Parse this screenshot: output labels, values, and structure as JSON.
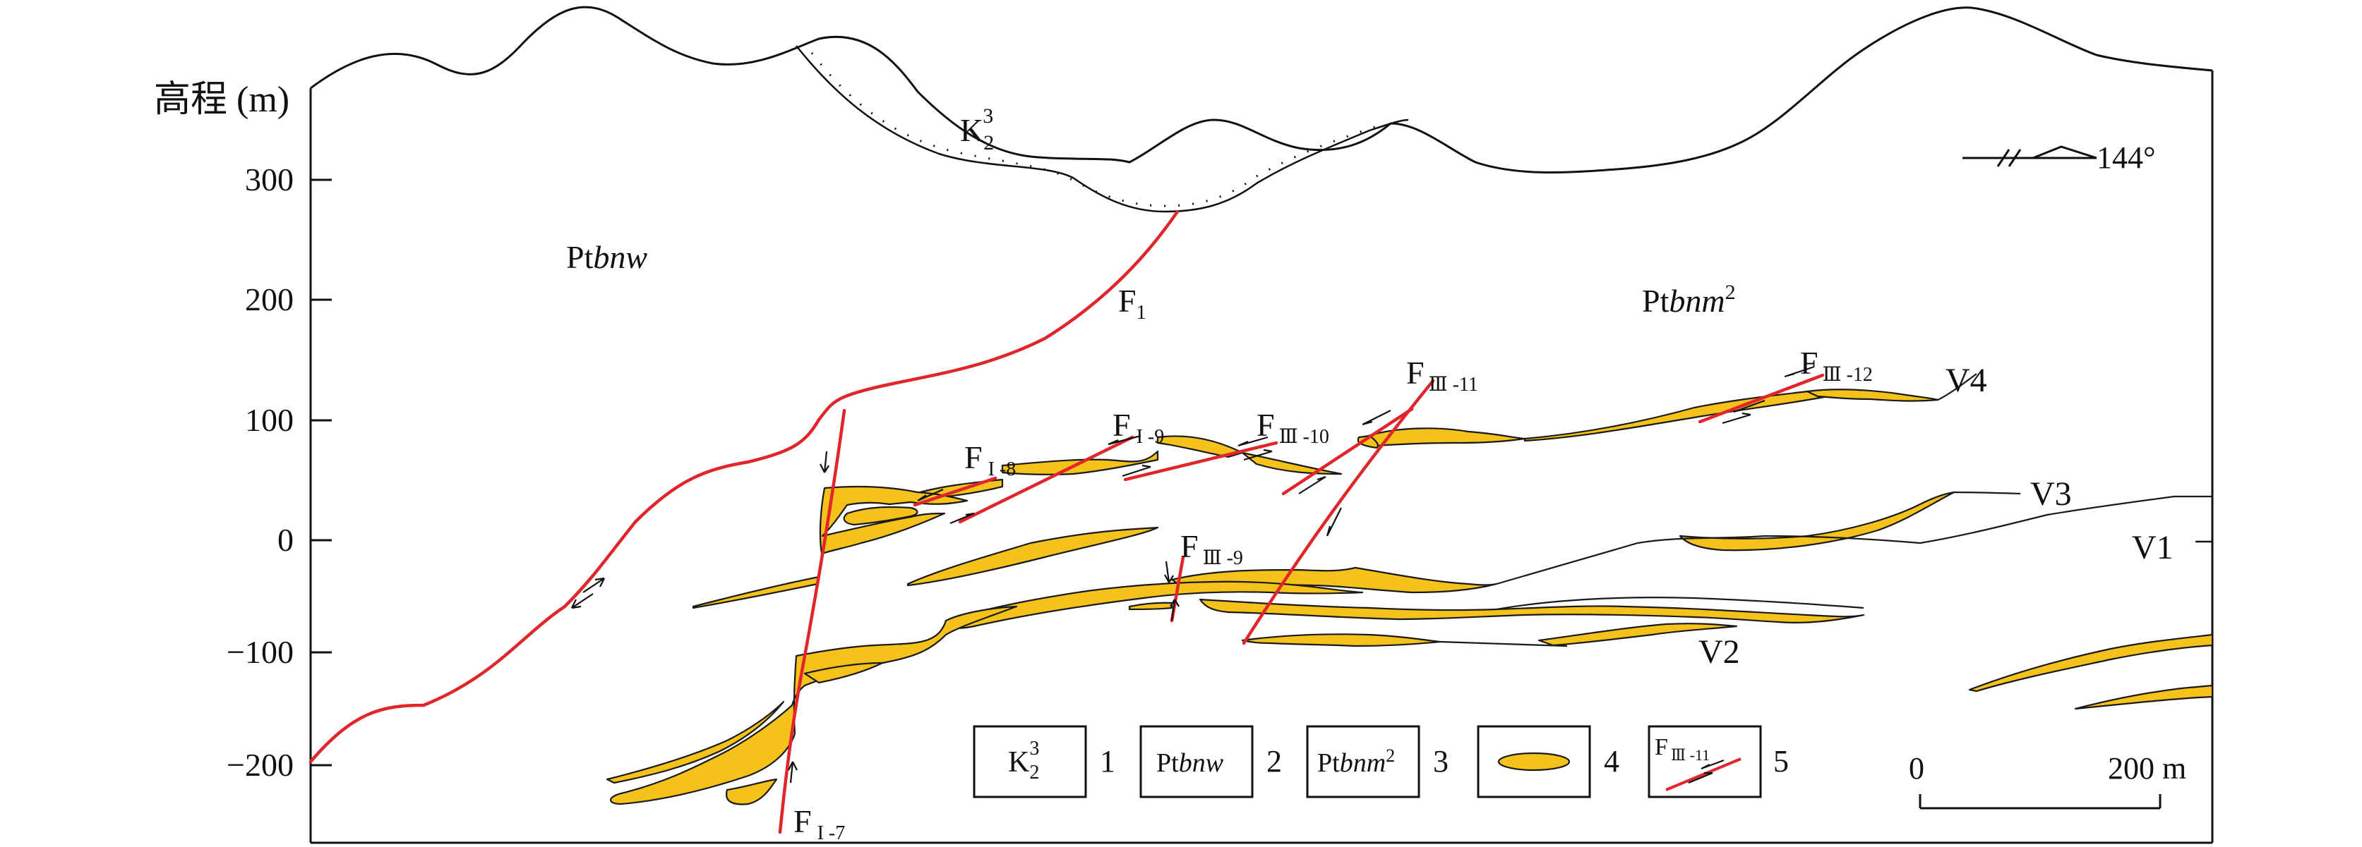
{
  "axis": {
    "title": "高程 (m)",
    "ticks": [
      "300",
      "200",
      "100",
      "0",
      "−100",
      "−200"
    ]
  },
  "units": {
    "k_top": "K",
    "k_sub": "2",
    "k_sup": "3",
    "pt_bnw_prefix": "Pt",
    "pt_bnw_italic": "bnw",
    "pt_bnm_prefix": "Pt",
    "pt_bnm_italic": "bnm",
    "pt_bnm_sup": "2"
  },
  "faults": [
    {
      "id": "f1",
      "main": "F",
      "sub": "1"
    },
    {
      "id": "fi7",
      "main": "F",
      "sub": "I -7"
    },
    {
      "id": "fi8",
      "main": "F",
      "sub": "I -8"
    },
    {
      "id": "fi9",
      "main": "F",
      "sub": "I -9"
    },
    {
      "id": "fiii9",
      "main": "F",
      "sub": "Ⅲ -9"
    },
    {
      "id": "fiii10",
      "main": "F",
      "sub": "Ⅲ -10"
    },
    {
      "id": "fiii11",
      "main": "F",
      "sub": "Ⅲ -11"
    },
    {
      "id": "fiii12",
      "main": "F",
      "sub": "Ⅲ -12"
    }
  ],
  "veins": [
    "V4",
    "V3",
    "V1",
    "V2"
  ],
  "orientation": "144°",
  "scale": {
    "start": "0",
    "end": "200 m"
  },
  "legend": [
    {
      "num": "1"
    },
    {
      "num": "2",
      "prefix": "Pt",
      "italic": "bnw"
    },
    {
      "num": "3",
      "prefix": "Pt",
      "italic": "bnm",
      "sup": "2"
    },
    {
      "num": "4"
    },
    {
      "num": "5",
      "main": "F",
      "sub": "Ⅲ -11"
    }
  ],
  "colors": {
    "ore": "#f5c21b",
    "fault": "#e1262b",
    "line": "#1a1a1a"
  },
  "icons": [
    "strike-dip-symbol",
    "ore-body-lens-icon",
    "fault-symbol-icon"
  ]
}
